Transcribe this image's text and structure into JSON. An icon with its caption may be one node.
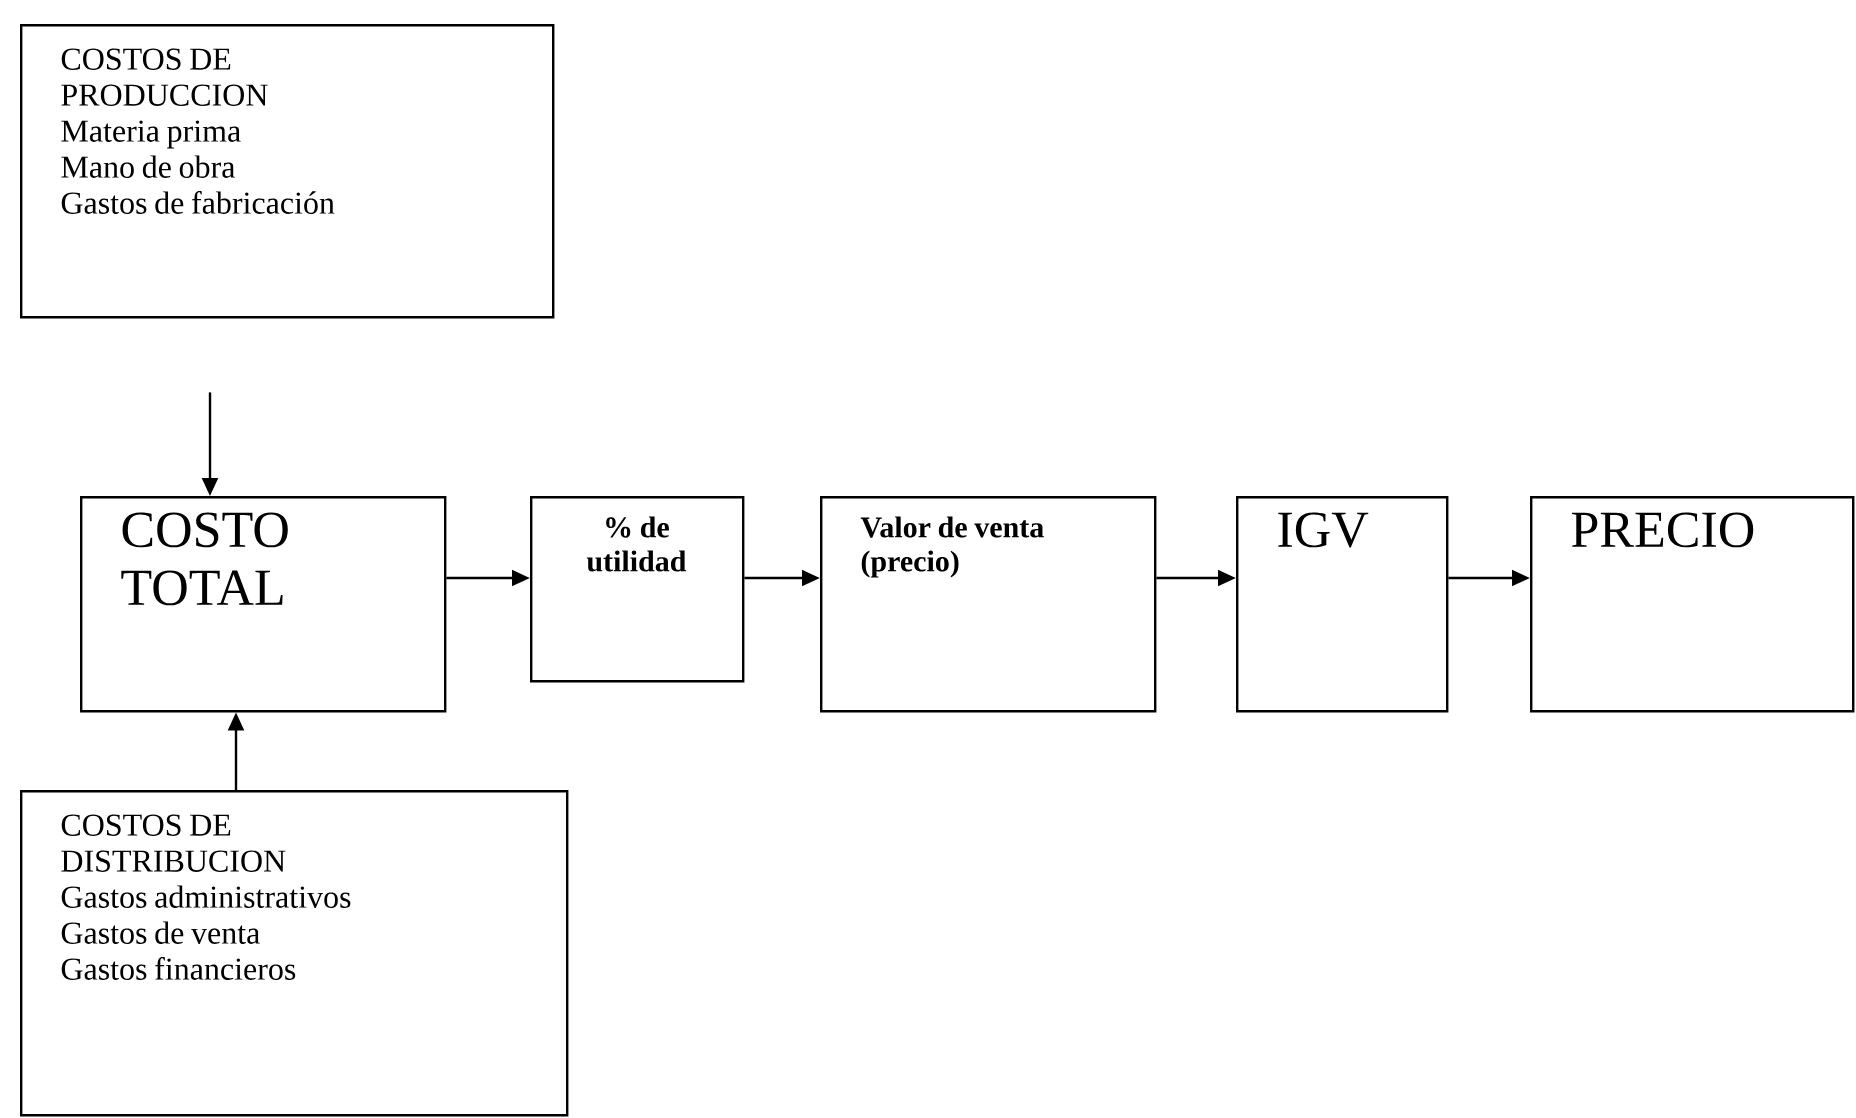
{
  "diagram": {
    "nodes": [
      {
        "text": [
          "COSTOS DE PRODUCCION",
          "Materia prima",
          "Mano de obra",
          "Gastos de fabricación"
        ]
      },
      {
        "text": [
          "COSTO TOTAL"
        ]
      },
      {
        "text": [
          "% de utilidad"
        ]
      },
      {
        "text": [
          "Valor de venta (precio)"
        ]
      },
      {
        "text": [
          "IGV"
        ]
      },
      {
        "text": [
          "PRECIO"
        ]
      },
      {
        "text": [
          "COSTOS DE DISTRIBUCION",
          "Gastos administrativos",
          "Gastos de venta",
          "Gastos financieros"
        ]
      }
    ],
    "edges": [
      {
        "from": 0,
        "to": 1,
        "arrow": "to"
      },
      {
        "from": 6,
        "to": 1,
        "arrow": "to"
      },
      {
        "from": 1,
        "to": 2,
        "arrow": "to"
      },
      {
        "from": 2,
        "to": 3,
        "arrow": "to"
      },
      {
        "from": 3,
        "to": 4,
        "arrow": "to"
      },
      {
        "from": 4,
        "to": 5,
        "arrow": "to"
      }
    ]
  }
}
